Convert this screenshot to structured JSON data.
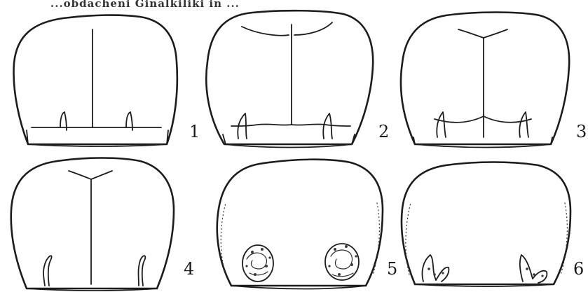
{
  "caption": {
    "text": "...obdacheni Ginalkiliki in ..."
  },
  "figures": [
    {
      "label": "1"
    },
    {
      "label": "2"
    },
    {
      "label": "3"
    },
    {
      "label": "4"
    },
    {
      "label": "5"
    },
    {
      "label": "6"
    }
  ],
  "colors": {
    "ink": "#1c1c1c",
    "paper": "#ffffff"
  }
}
